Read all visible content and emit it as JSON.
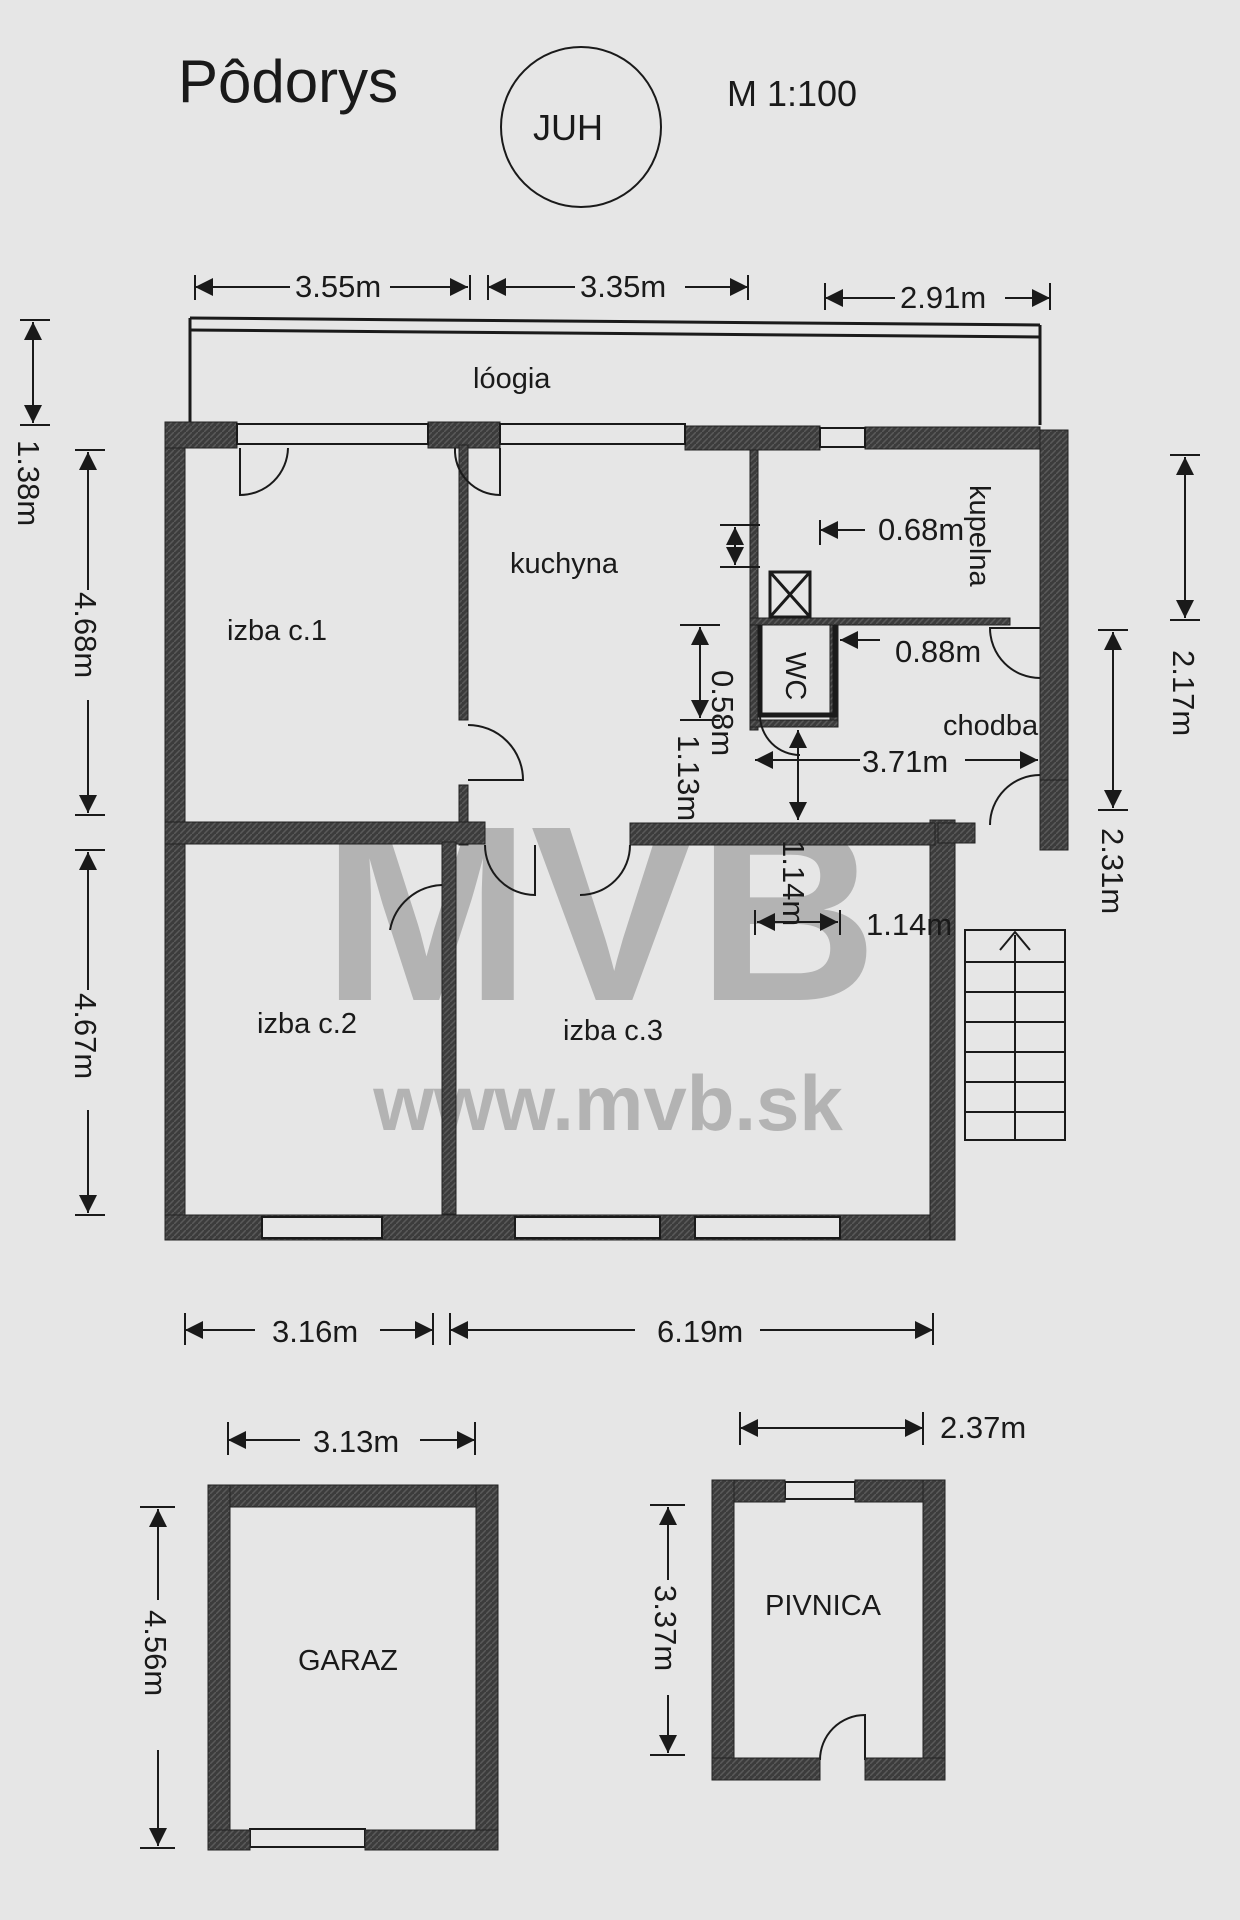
{
  "title": "Pôdorys",
  "orientation": "JUH",
  "scale": "M 1:100",
  "watermark": {
    "logo_text": "MVB",
    "url": "www.mvb.sk"
  },
  "rooms": {
    "loggia": "lóogia",
    "room1": "izba c.1",
    "kitchen": "kuchyna",
    "bathroom": "kupelna",
    "wc": "WC",
    "hall": "chodba",
    "room2": "izba c.2",
    "room3": "izba c.3",
    "garage": "GARAZ",
    "cellar": "PIVNICA"
  },
  "dimensions": {
    "top_left": "3.55m",
    "top_middle": "3.35m",
    "top_right": "2.91m",
    "loggia_depth": "1.38m",
    "room1_height": "4.68m",
    "room2_height": "4.67m",
    "bath_width": "0.68m",
    "wc_width": "0.88m",
    "wc_depth": "0.58m",
    "kitchen_gap": "1.13m",
    "hall_length": "3.71m",
    "hall_width_v": "1.14m",
    "hall_width_h": "1.14m",
    "bath_height": "2.17m",
    "hall_height": "2.31m",
    "bottom_left": "3.16m",
    "bottom_right": "6.19m",
    "garage_width": "3.13m",
    "garage_depth": "4.56m",
    "cellar_width": "2.37m",
    "cellar_depth": "3.37m"
  },
  "colors": {
    "wall": "#4a4a4a",
    "line": "#1a1a1a",
    "background": "#e6e6e6",
    "watermark": "#8a8a8a"
  }
}
